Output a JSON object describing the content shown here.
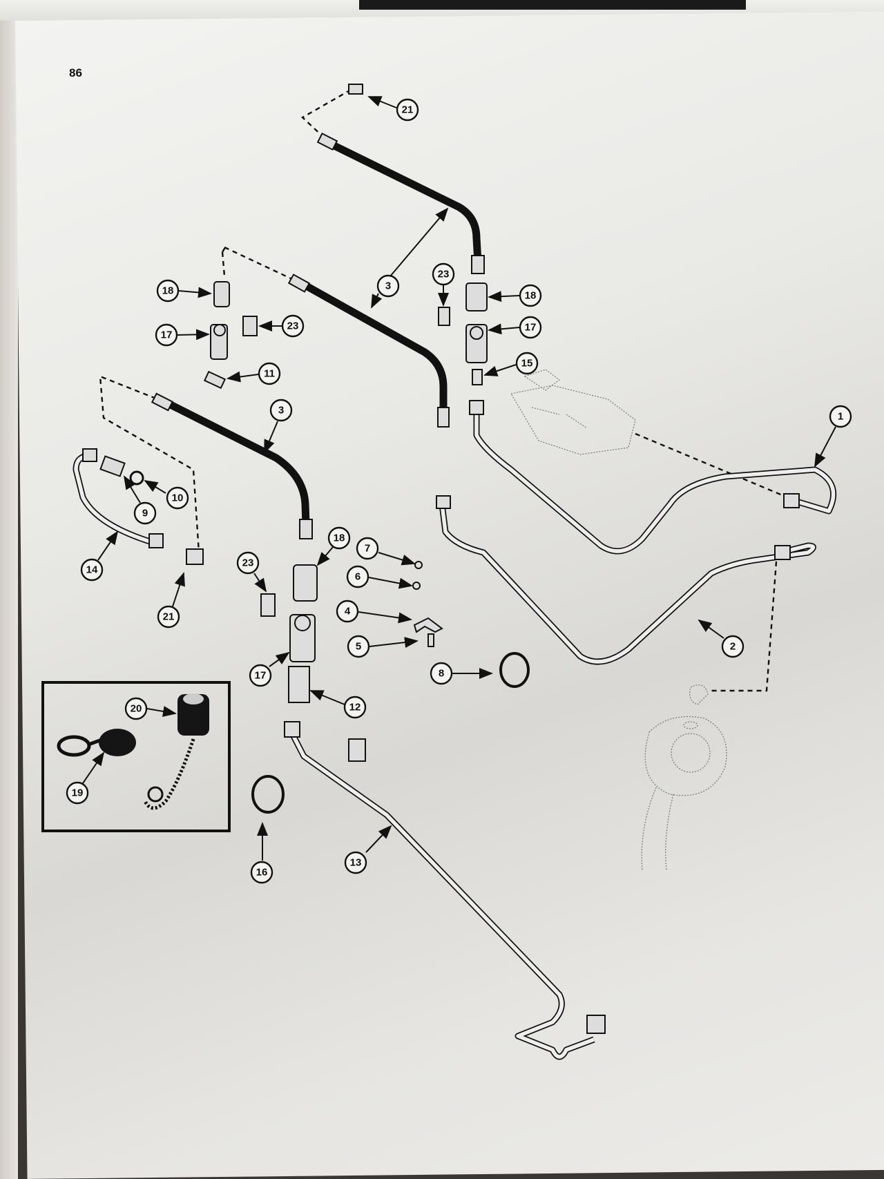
{
  "page_number": "86",
  "callouts": [
    "21",
    "3",
    "23",
    "18",
    "18",
    "17",
    "23",
    "17",
    "15",
    "11",
    "3",
    "1",
    "10",
    "9",
    "18",
    "7",
    "14",
    "23",
    "6",
    "4",
    "21",
    "2",
    "5",
    "8",
    "17",
    "12",
    "20",
    "19",
    "13",
    "16"
  ]
}
